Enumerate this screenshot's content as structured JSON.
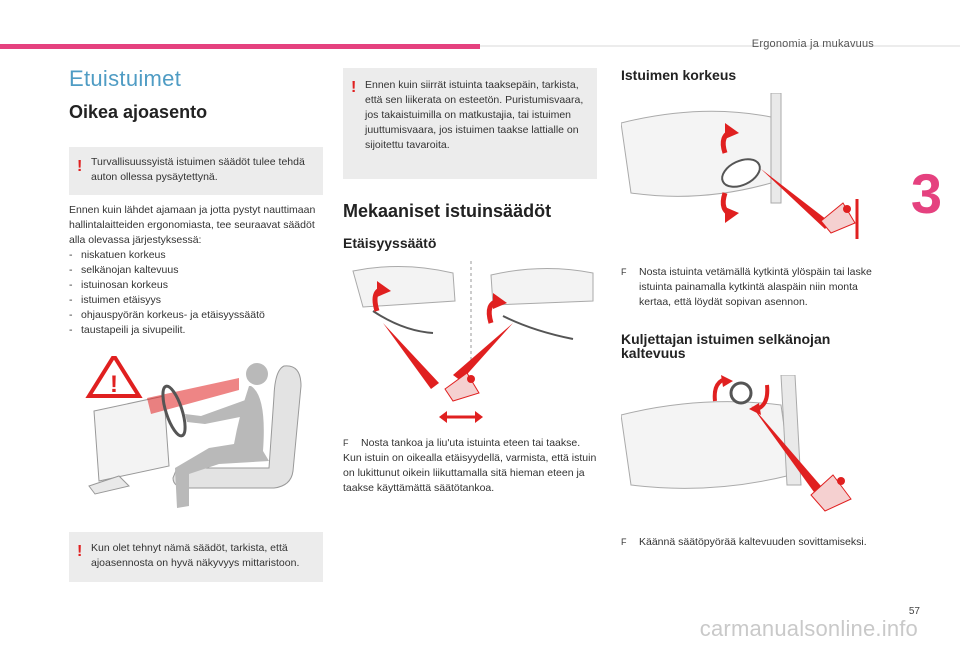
{
  "header": {
    "section_title": "Ergonomia ja mukavuus",
    "chapter_number": "3"
  },
  "footer": {
    "page_number": "57",
    "watermark": "carmanualsonline.info"
  },
  "col1": {
    "page_title": "Etuistuimet",
    "section_title": "Oikea ajoasento",
    "warning1": "Turvallisuussyistä istuimen säädöt tulee tehdä auton ollessa pysäytettynä.",
    "intro": "Ennen kuin lähdet ajamaan ja jotta pystyt nauttimaan hallintalaitteiden ergonomiasta, tee seuraavat säädöt alla olevassa järjestyksessä:",
    "list": [
      "niskatuen korkeus",
      "selkänojan kaltevuus",
      "istuinosan korkeus",
      "istuimen etäisyys",
      "ohjauspyörän korkeus- ja etäisyyssäätö",
      "taustapeili ja sivupeilit."
    ],
    "warning2": "Kun olet tehnyt nämä säädöt, tarkista, että ajoasennosta on hyvä näkyvyys mittaristoon."
  },
  "col2": {
    "warning": "Ennen kuin siirrät istuinta taaksepäin, tarkista, että sen liikerata on esteetön. Puristumisvaara, jos takaistuimilla on matkustajia, tai istuimen juuttumisvaara, jos istuimen taakse lattialle on sijoitettu tavaroita.",
    "section_title": "Mekaaniset istuinsäädöt",
    "sub_title": "Etäisyyssäätö",
    "bullet": "Nosta tankoa ja liu'uta istuinta eteen tai taakse.",
    "para": "Kun istuin on oikealla etäisyydellä, varmista, että istuin on lukittunut oikein liikuttamalla sitä hieman eteen ja taakse käyttämättä säätötankoa."
  },
  "col3": {
    "title1": "Istuimen korkeus",
    "bullet1": "Nosta istuinta vetämällä kytkintä ylöspäin tai laske istuinta painamalla kytkintä alaspäin niin monta kertaa, että löydät sopivan asennon.",
    "title2": "Kuljettajan istuimen selkänojan kaltevuus",
    "bullet2": "Käännä säätöpyörää kaltevuuden sovittamiseksi."
  },
  "icons": {
    "bullet_symbol": "F",
    "warning_symbol": "!"
  },
  "colors": {
    "accent": "#e5417f",
    "title_blue": "#4f9cc4",
    "warning_bg": "#ececec",
    "arrow_red": "#e02020"
  }
}
